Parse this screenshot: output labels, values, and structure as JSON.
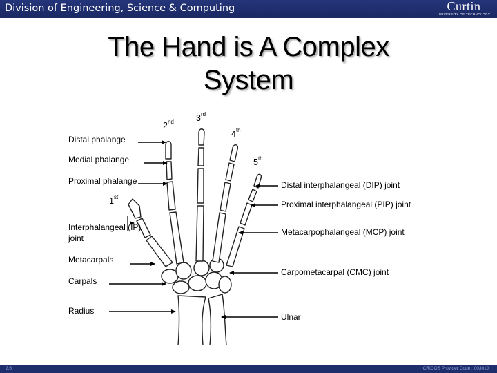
{
  "header": {
    "division": "Division of Engineering, Science & Computing",
    "logo_text": "Curtin",
    "logo_subtext": "UNIVERSITY OF TECHNOLOGY"
  },
  "slide": {
    "title_line1": "The Hand is A Complex",
    "title_line2": "System"
  },
  "diagram": {
    "left_labels": {
      "distal_phalange": "Distal phalange",
      "medial_phalange": "Medial phalange",
      "proximal_phalange": "Proximal phalange",
      "ip_joint_line1": "Interphalangeal (IP)",
      "ip_joint_line2": "joint",
      "metacarpals": "Metacarpals",
      "carpals": "Carpals",
      "radius": "Radius"
    },
    "right_labels": {
      "dip_joint": "Distal interphalangeal (DIP) joint",
      "pip_joint": "Proximal interphalangeal (PIP) joint",
      "mcp_joint": "Metacarpophalangeal (MCP) joint",
      "cmc_joint": "Carpometacarpal (CMC) joint",
      "ulnar": "Ulnar"
    },
    "finger_numbers": {
      "first_num": "1",
      "first_suf": "st",
      "second_num": "2",
      "second_suf": "nd",
      "third_num": "3",
      "third_suf": "rd",
      "fourth_num": "4",
      "fourth_suf": "th",
      "fifth_num": "5",
      "fifth_suf": "th"
    }
  },
  "footer": {
    "page": "2.6",
    "cricos": "CRICOS Provider Code : 00301J"
  }
}
